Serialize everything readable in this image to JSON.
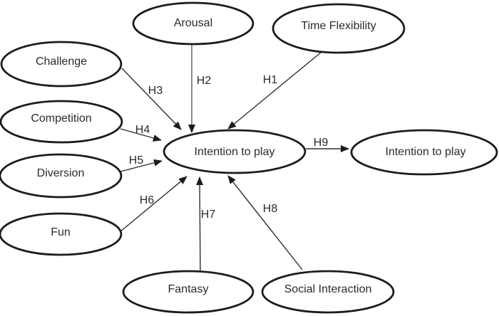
{
  "figure": {
    "type": "path-diagram",
    "background_color": "#ffffff",
    "node_stroke_color": "#1c1c1c",
    "arrow_color": "#2e2e2e",
    "arrow_color_h2": "#8a8a8a",
    "text_color": "#2b2b2b",
    "nodes": {
      "arousal": {
        "label": "Arousal"
      },
      "time_flexibility": {
        "label": "Time Flexibility"
      },
      "challenge": {
        "label": "Challenge"
      },
      "competition": {
        "label": "Competition"
      },
      "diversion": {
        "label": "Diversion"
      },
      "fun": {
        "label": "Fun"
      },
      "fantasy": {
        "label": "Fantasy"
      },
      "social_interaction": {
        "label": "Social Interaction"
      },
      "intention_to_play": {
        "label": "Intention to play"
      },
      "intention_to_play_outcome": {
        "label": "Intention to play"
      }
    },
    "edges": {
      "h1": {
        "label": "H1",
        "from": "time_flexibility",
        "to": "intention_to_play"
      },
      "h2": {
        "label": "H2",
        "from": "arousal",
        "to": "intention_to_play"
      },
      "h3": {
        "label": "H3",
        "from": "challenge",
        "to": "intention_to_play"
      },
      "h4": {
        "label": "H4",
        "from": "competition",
        "to": "intention_to_play"
      },
      "h5": {
        "label": "H5",
        "from": "diversion",
        "to": "intention_to_play"
      },
      "h6": {
        "label": "H6",
        "from": "fun",
        "to": "intention_to_play"
      },
      "h7": {
        "label": "H7",
        "from": "fantasy",
        "to": "intention_to_play"
      },
      "h8": {
        "label": "H8",
        "from": "social_interaction",
        "to": "intention_to_play"
      },
      "h9": {
        "label": "H9",
        "from": "intention_to_play",
        "to": "intention_to_play_outcome"
      }
    }
  }
}
